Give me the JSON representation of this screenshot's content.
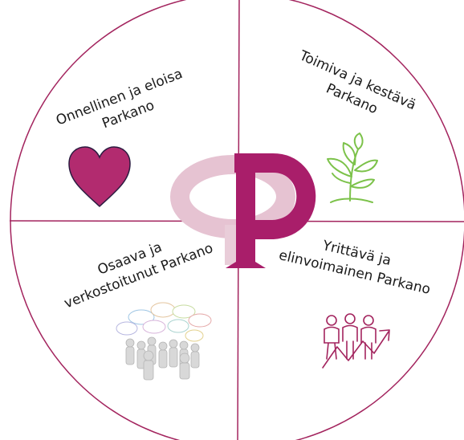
{
  "colors": {
    "ring": "#a3245e",
    "divider": "#a3245e",
    "heart": "#b22b6f",
    "plant": "#7cc24a",
    "people": "#a3245e",
    "logo_dark": "#a91e6a",
    "logo_light": "#e6c3d2"
  },
  "quadrants": {
    "top_left": {
      "line1": "Onnellinen ja eloisa",
      "line2": "Parkano",
      "icon": "heart-icon"
    },
    "top_right": {
      "line1": "Toimiva ja kestävä",
      "line2": "Parkano",
      "icon": "plant-icon"
    },
    "bottom_left": {
      "line1": "Osaava ja",
      "line2": "verkostoitunut Parkano",
      "icon": "networking-people-icon"
    },
    "bottom_right": {
      "line1": "Yrittävä ja",
      "line2": "elinvoimainen Parkano",
      "icon": "people-growth-arrow-icon"
    }
  },
  "center_logo": "parkano-logo"
}
